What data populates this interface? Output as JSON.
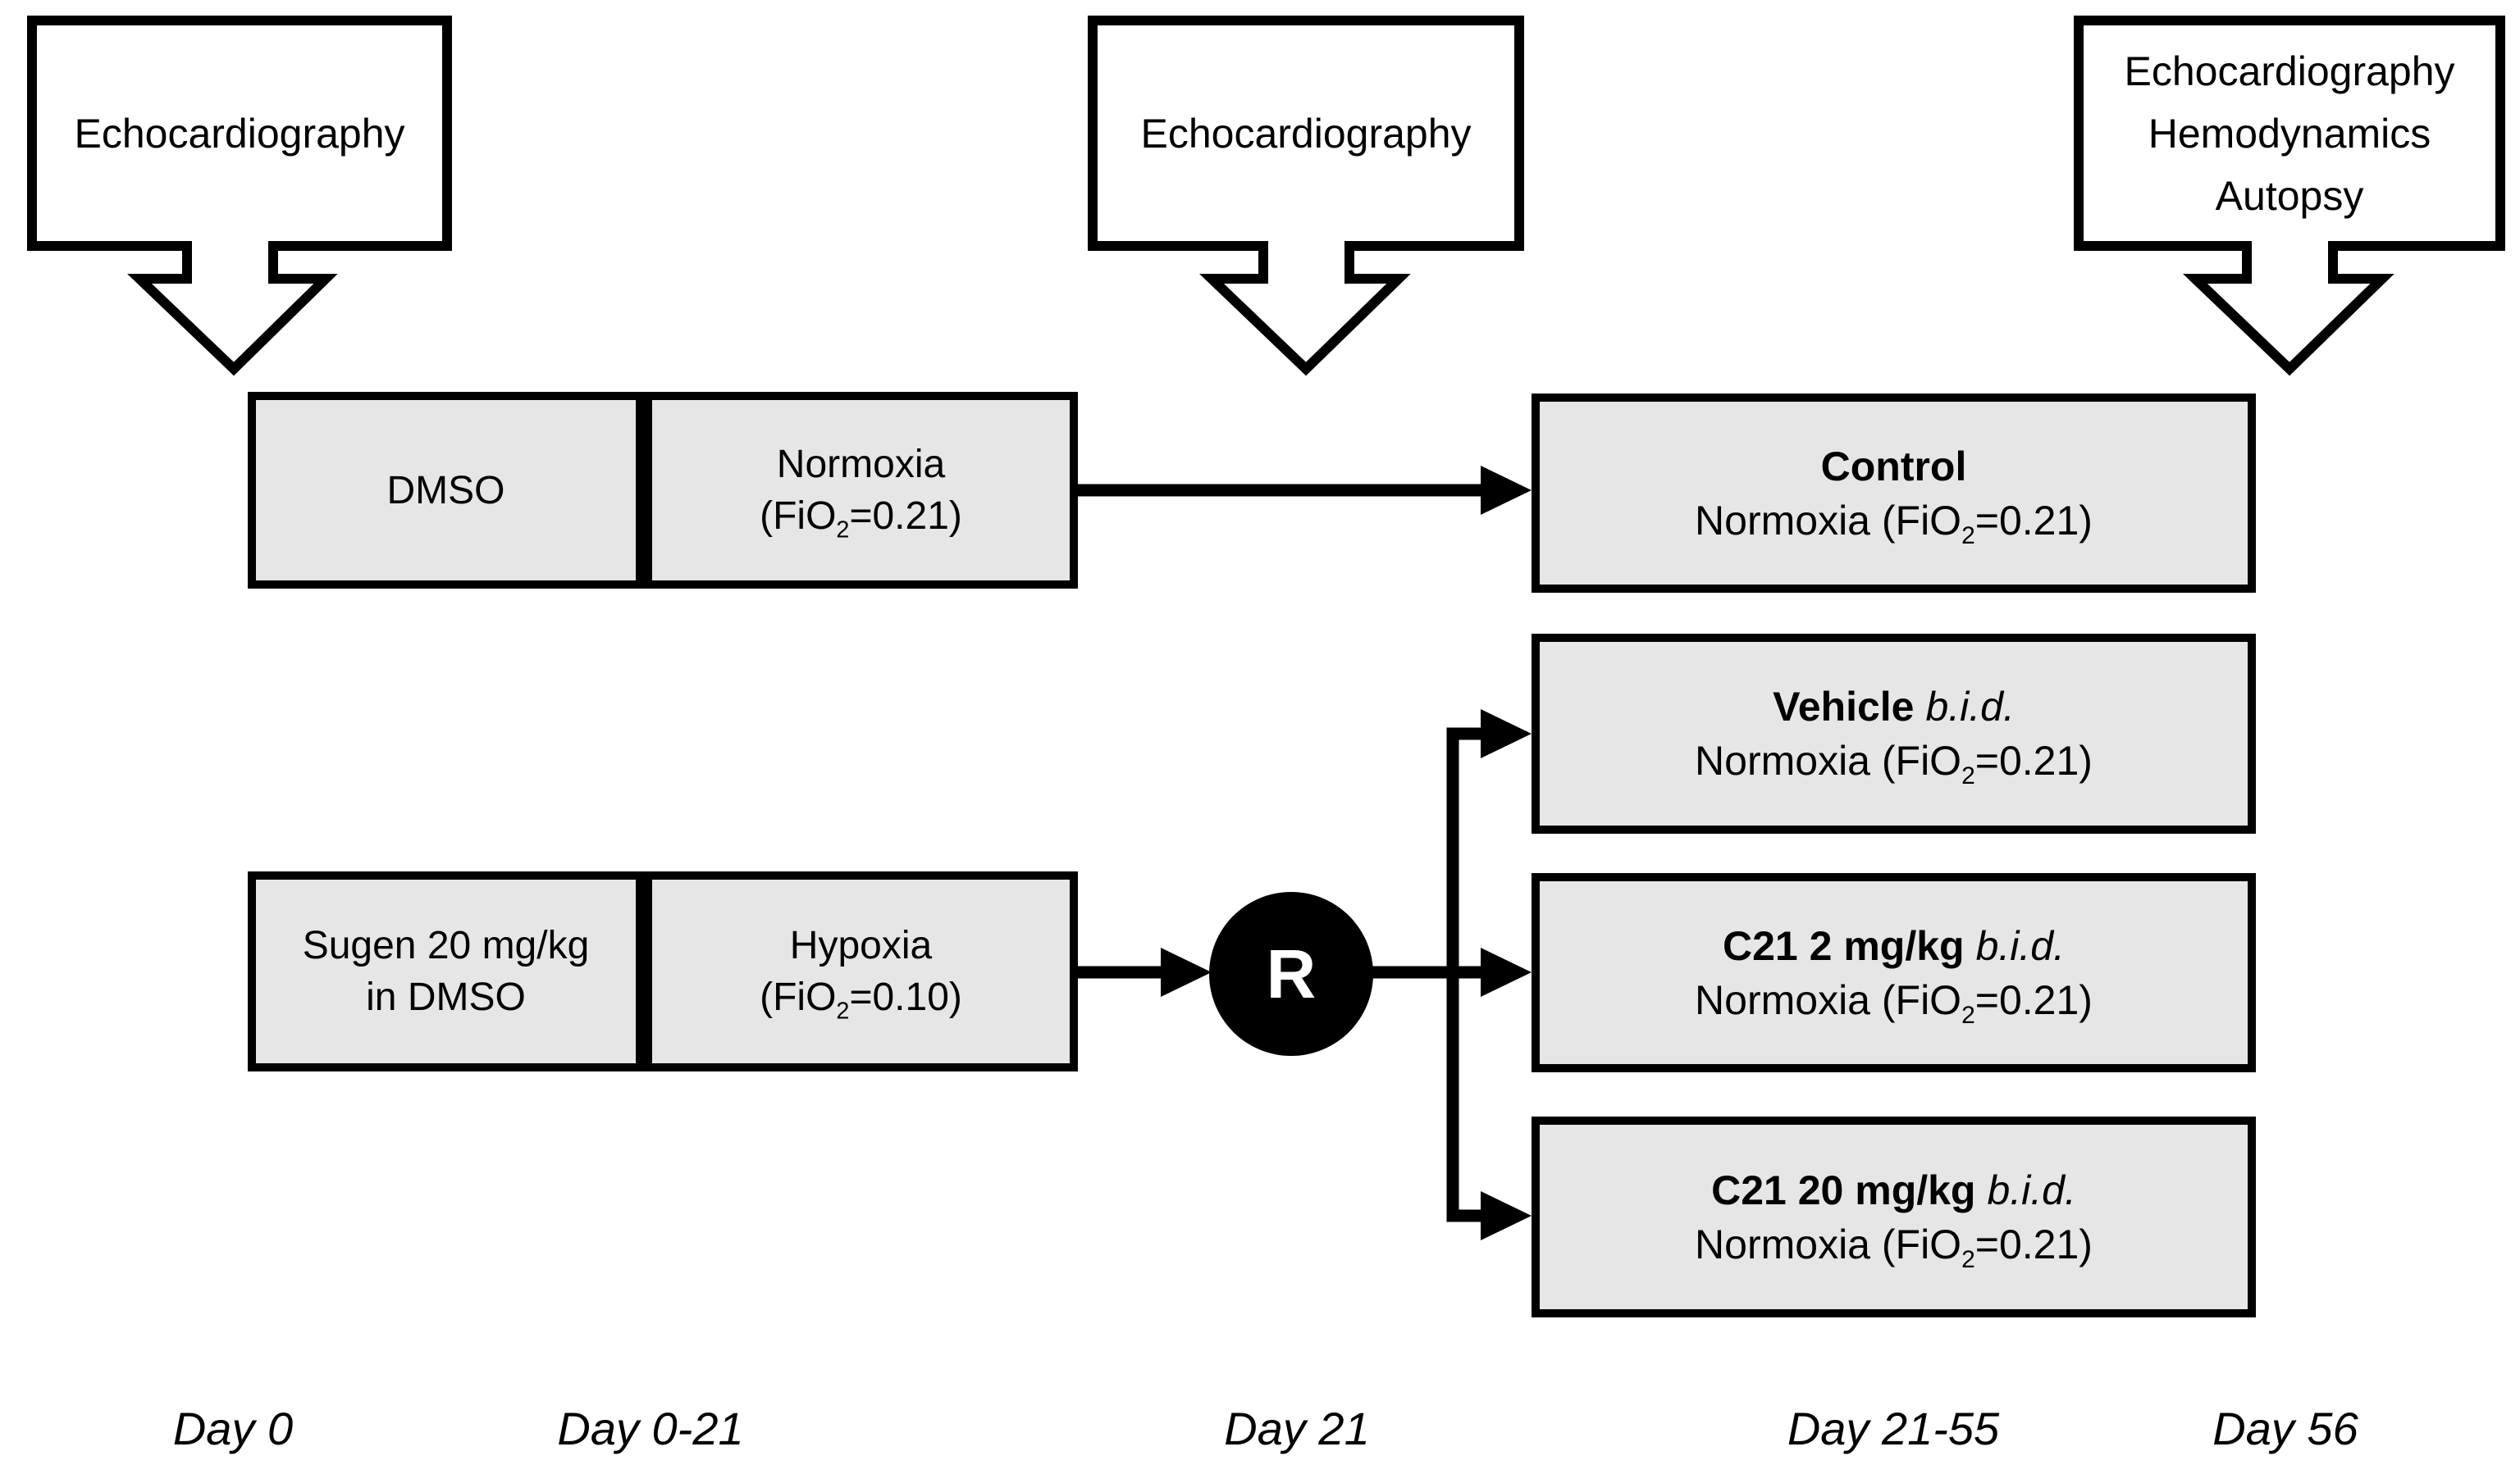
{
  "colors": {
    "background": "#ffffff",
    "box_fill": "#e6e6e6",
    "line": "#000000",
    "randomization_fill": "#000000",
    "randomization_text": "#ffffff"
  },
  "callouts": {
    "baseline": {
      "line1": "Echocardiography"
    },
    "midpoint": {
      "line1": "Echocardiography"
    },
    "endpoint": {
      "line1": "Echocardiography",
      "line2": "Hemodynamics",
      "line3": "Autopsy"
    }
  },
  "exposure": {
    "normoxia_arm": {
      "agent": "DMSO",
      "condition": "Normoxia",
      "fio2_prefix": "(FiO",
      "fio2_sub": "2",
      "fio2_suffix": "=0.21)"
    },
    "hypoxia_arm": {
      "agent_line1": "Sugen 20 mg/kg",
      "agent_line2": "in DMSO",
      "condition": "Hypoxia",
      "fio2_prefix": "(FiO",
      "fio2_sub": "2",
      "fio2_suffix": "=0.10)"
    }
  },
  "randomization": {
    "label": "R"
  },
  "groups": {
    "control": {
      "name": "Control",
      "env_prefix": "Normoxia (FiO",
      "env_sub": "2",
      "env_suffix": "=0.21)"
    },
    "vehicle": {
      "name": "Vehicle",
      "dosing": "b.i.d.",
      "env_prefix": "Normoxia (FiO",
      "env_sub": "2",
      "env_suffix": "=0.21)"
    },
    "c21_low": {
      "name": "C21 2 mg/kg",
      "dosing": "b.i.d.",
      "env_prefix": "Normoxia (FiO",
      "env_sub": "2",
      "env_suffix": "=0.21)"
    },
    "c21_high": {
      "name": "C21 20 mg/kg",
      "dosing": "b.i.d.",
      "env_prefix": "Normoxia (FiO",
      "env_sub": "2",
      "env_suffix": "=0.21)"
    }
  },
  "timeline": [
    "Day 0",
    "Day 0-21",
    "Day 21",
    "Day 21-55",
    "Day 56"
  ]
}
